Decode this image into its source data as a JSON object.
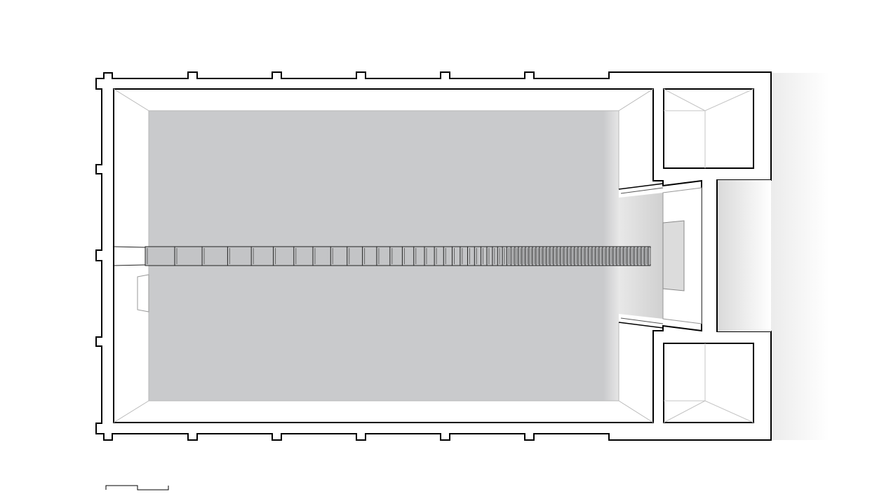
{
  "diagram": {
    "type": "architectural-floor-plan",
    "colors": {
      "background": "#ffffff",
      "wall_stroke": "#000000",
      "floor_fill": "#c9cacc",
      "reveal_line": "#b8b8b8",
      "gradient_end": "#ffffff"
    },
    "rooms": [
      "main-hall",
      "side-room-top",
      "side-room-bottom",
      "corridor"
    ],
    "pilasters_per_long_side": 6,
    "pilasters_on_end_wall": 4,
    "has_scale_bar": true
  }
}
